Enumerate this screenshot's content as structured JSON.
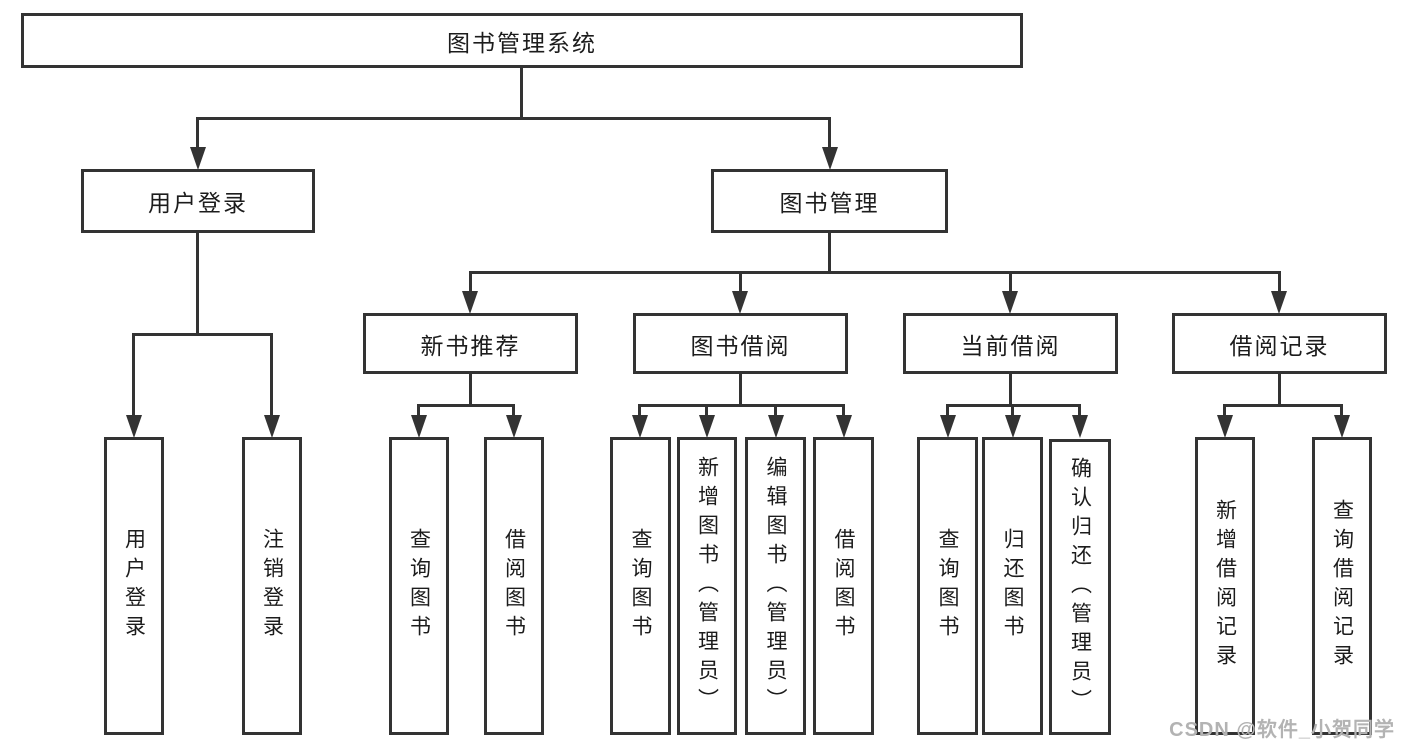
{
  "diagram": {
    "title": "图书管理系统",
    "branches": [
      {
        "label": "用户登录",
        "leaves": [
          "用户登录",
          "注销登录"
        ]
      },
      {
        "label": "图书管理",
        "groups": [
          {
            "label": "新书推荐",
            "leaves": [
              "查询图书",
              "借阅图书"
            ]
          },
          {
            "label": "图书借阅",
            "leaves": [
              "查询图书",
              "新增图书（管理员）",
              "编辑图书（管理员）",
              "借阅图书"
            ]
          },
          {
            "label": "当前借阅",
            "leaves": [
              "查询图书",
              "归还图书",
              "确认归还（管理员）"
            ]
          },
          {
            "label": "借阅记录",
            "leaves": [
              "新增借阅记录",
              "查询借阅记录"
            ]
          }
        ]
      }
    ]
  },
  "watermark": {
    "text": "CSDN @软件_小贺同学",
    "color": "#b3b3b3"
  },
  "colors": {
    "line": "#333333",
    "box_border": "#333333",
    "text": "#1c1c1c",
    "background": "#ffffff"
  }
}
